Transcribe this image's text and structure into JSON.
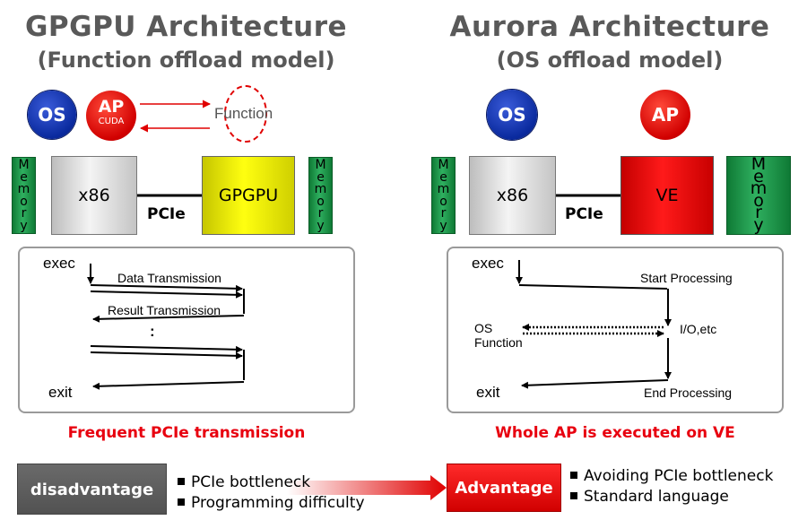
{
  "left": {
    "title": "GPGPU Architecture",
    "subtitle": "(Function offload model)",
    "os_label": "OS",
    "ap_label": "AP",
    "ap_sub": "CUDA",
    "function_label": "Function",
    "memory_label": "Memory",
    "cpu_label": "x86",
    "bus_label": "PCIe",
    "accel_label": "GPGPU",
    "flow": {
      "exec": "exec",
      "data_tx": "Data Transmission",
      "result_tx": "Result Transmission",
      "ellipsis": ":",
      "exit": "exit"
    },
    "caption": "Frequent PCIe transmission"
  },
  "right": {
    "title": "Aurora Architecture",
    "subtitle": "(OS offload model)",
    "os_label": "OS",
    "ap_label": "AP",
    "memory_label": "Memory",
    "cpu_label": "x86",
    "bus_label": "PCIe",
    "accel_label": "VE",
    "flow": {
      "exec": "exec",
      "start": "Start Processing",
      "os_function_1": "OS",
      "os_function_2": "Function",
      "io": "I/O,etc",
      "exit": "exit",
      "end": "End Processing"
    },
    "caption": "Whole AP is executed on VE"
  },
  "bottom": {
    "disadvantage_label": "disadvantage",
    "disadvantage_items": [
      "PCIe bottleneck",
      "Programming difficulty"
    ],
    "advantage_label": "Advantage",
    "advantage_items": [
      "Avoiding PCIe bottleneck",
      "Standard language"
    ]
  },
  "colors": {
    "os_blue": "#0a2a9e",
    "ap_red": "#d10000",
    "memory_green": "#1e9a4a",
    "gpgpu_yellow": "#ffff10",
    "ve_red": "#e00000",
    "caption_red": "#e8000f",
    "disadvantage_grey": "#5f5f5f"
  }
}
